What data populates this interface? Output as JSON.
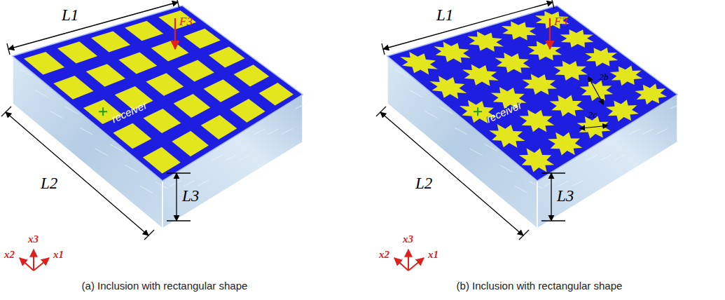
{
  "diagram": {
    "labels": [
      "L1",
      "F3",
      "receiver",
      "L2",
      "L3",
      "x2",
      "x3",
      "x1",
      "(a) Inclusion with rectangular shape",
      "L1",
      "F3",
      "receiver",
      "2c",
      "2b",
      "L2",
      "L3",
      "x2",
      "x3",
      "x1",
      "(b) Inclusion with rectangular shape"
    ]
  }
}
